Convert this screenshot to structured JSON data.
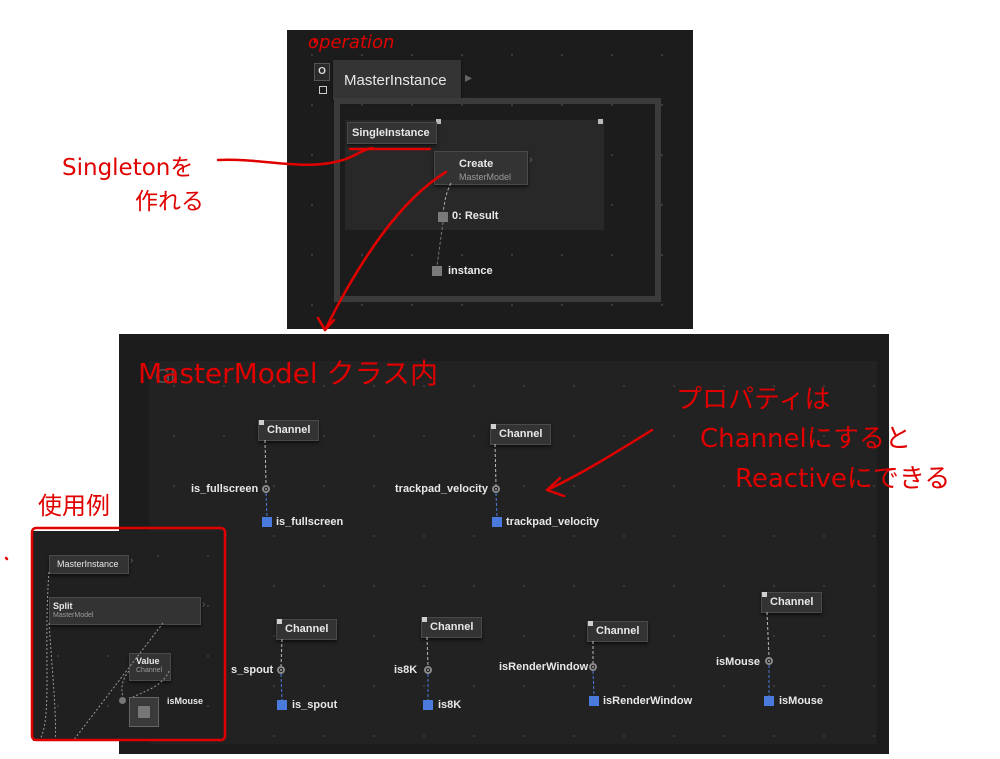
{
  "top_panel": {
    "node_title": "MasterInstance",
    "ctrl_o": "O",
    "inner_node": "SingleInstance",
    "create_title": "Create",
    "create_sub": "MasterModel",
    "result_label": "0: Result",
    "instance_label": "instance"
  },
  "main_panel": {
    "ghost": "Gl",
    "channels": [
      {
        "title": "Channel",
        "prop": "is_fullscreen",
        "out": "is_fullscreen"
      },
      {
        "title": "Channel",
        "prop": "trackpad_velocity",
        "out": "trackpad_velocity"
      },
      {
        "title": "Channel",
        "prop": "s_spout",
        "out": "is_spout"
      },
      {
        "title": "Channel",
        "prop": "is8K",
        "out": "is8K"
      },
      {
        "title": "Channel",
        "prop": "isRenderWindow",
        "out": "isRenderWindow"
      },
      {
        "title": "Channel",
        "prop": "isMouse",
        "out": "isMouse"
      }
    ]
  },
  "example_panel": {
    "master": "MasterInstance",
    "split": "Split",
    "split_sub": "MasterModel",
    "value": "Value",
    "value_sub": "Channel",
    "out": "isMouse"
  },
  "annotations": {
    "operation": "operation",
    "singleton_1": "Singletonを",
    "singleton_2": "作れる",
    "class_in": "MasterModel クラス内",
    "prop_1": "プロパティは",
    "prop_2": "Channelにすると",
    "prop_3": "Reactiveにできる",
    "example": "使用例"
  },
  "colors": {
    "annotation": "#e00000",
    "panel": "#1c1c1c",
    "node": "#333333",
    "output_port": "#4a7bdc"
  }
}
